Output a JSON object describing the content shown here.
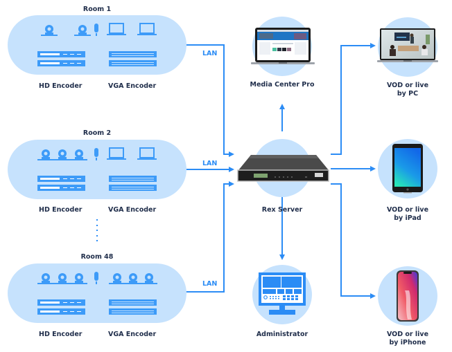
{
  "colors": {
    "accent": "#2b8cf5",
    "pill": "#c6e2fd",
    "text": "#1f2d4a"
  },
  "rooms": [
    {
      "title": "Room 1",
      "hd_label": "HD Encoder",
      "vga_label": "VGA Encoder",
      "lan_label": "LAN",
      "devices": [
        "camera-icon",
        "camera-icon",
        "microphone-icon",
        "laptop-icon",
        "laptop-icon"
      ]
    },
    {
      "title": "Room 2",
      "hd_label": "HD Encoder",
      "vga_label": "VGA Encoder",
      "lan_label": "LAN",
      "devices": [
        "camera-icon",
        "camera-icon",
        "camera-icon",
        "microphone-icon",
        "laptop-icon",
        "laptop-icon"
      ]
    },
    {
      "title": "Room 48",
      "hd_label": "HD Encoder",
      "vga_label": "VGA Encoder",
      "lan_label": "LAN",
      "devices": [
        "camera-icon",
        "camera-icon",
        "camera-icon",
        "microphone-icon",
        "camera-icon",
        "camera-icon",
        "camera-icon"
      ]
    }
  ],
  "center": {
    "media_center": "Media Center Pro",
    "server": "Rex Server",
    "admin": "Administrator"
  },
  "outputs": [
    {
      "line1": "VOD or live",
      "line2": "by PC"
    },
    {
      "line1": "VOD or live",
      "line2": "by iPad"
    },
    {
      "line1": "VOD or live",
      "line2": "by iPhone"
    }
  ]
}
